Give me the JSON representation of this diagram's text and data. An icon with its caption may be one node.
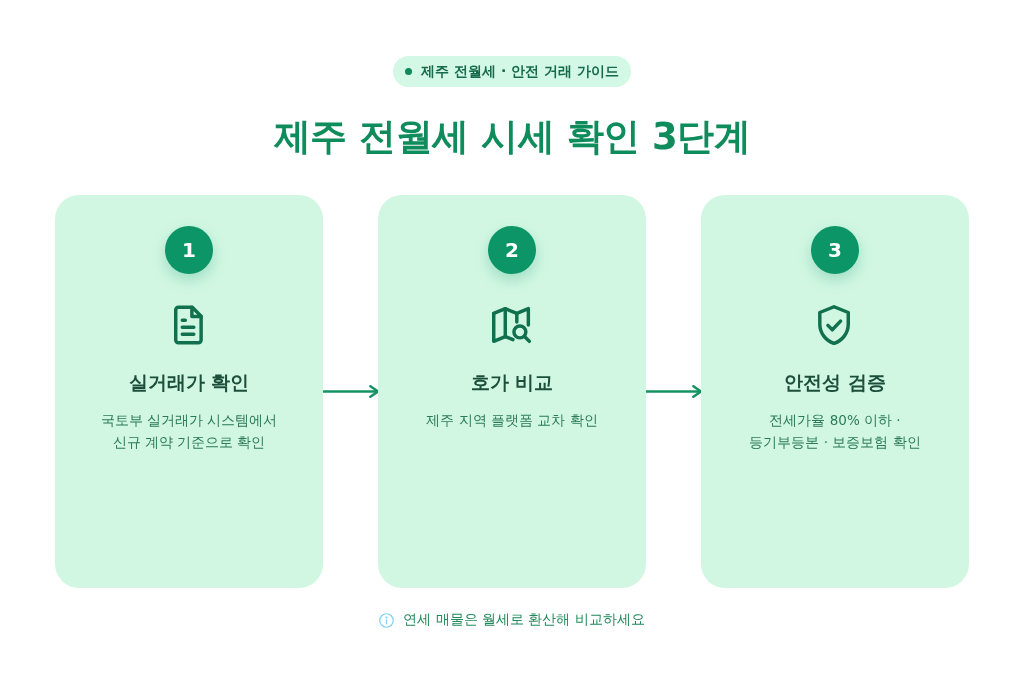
{
  "diagram": {
    "title": "제주 전월세 시세 확인 3단계",
    "nodes": [
      {
        "text": [
          "제주 전월세 · 안전 거래 가이드"
        ]
      },
      {
        "text": [
          "실거래가 확인",
          "국토부 실거래가 시스템에서 신규 계약 기준으로 확인"
        ]
      },
      {
        "text": [
          "1"
        ],
        "in": 1
      },
      {
        "text": [
          "호가 비교",
          "제주 지역 플랫폼 교차 확인"
        ]
      },
      {
        "text": [
          "2"
        ],
        "in": 3
      },
      {
        "text": [
          "안전성 검증",
          "전세가율 80% 이하 · 등기부등본 · 보증보험 확인"
        ]
      },
      {
        "text": [
          "3"
        ],
        "in": 5
      }
    ],
    "edges": [
      {
        "from": 1,
        "to": 3,
        "arrow": "to"
      },
      {
        "from": 3,
        "to": 5,
        "arrow": "to"
      }
    ],
    "labels": [
      "연세 매물은 월세로 환산해 비교하세요"
    ]
  }
}
